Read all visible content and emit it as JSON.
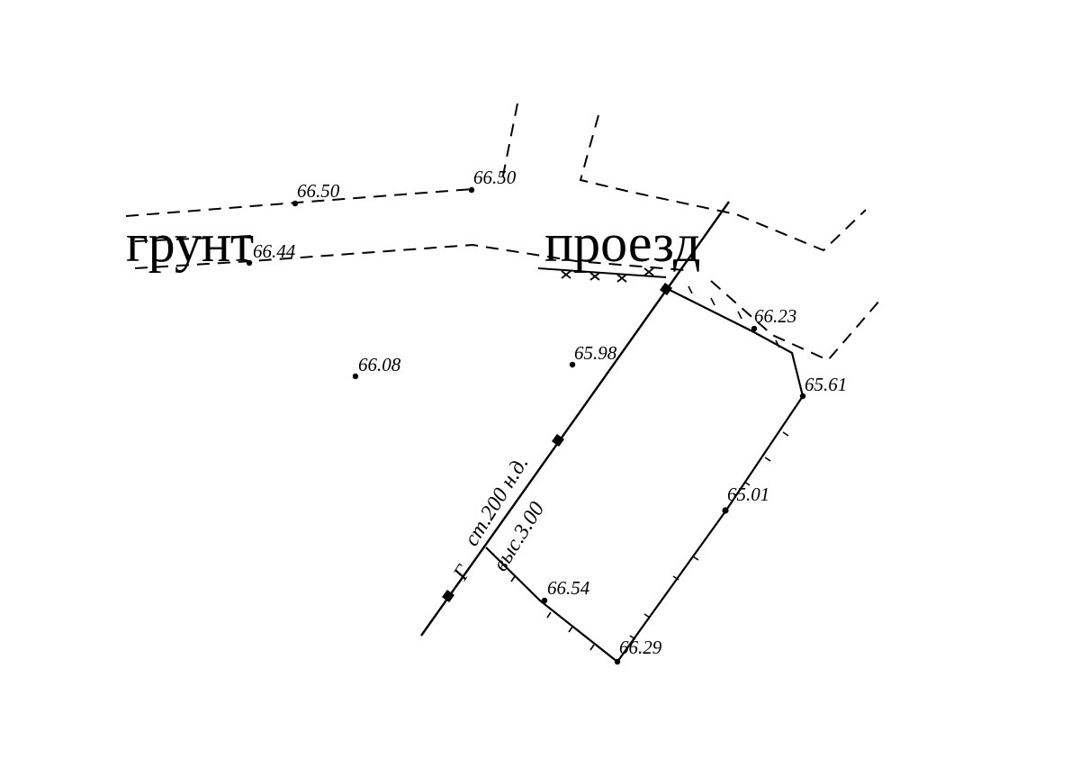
{
  "labels": {
    "ground": "грунт",
    "driveway": "проезд",
    "fence_type": "ст.200 н.д.",
    "fence_height": "выс.3.00",
    "gate_symbol": "Г"
  },
  "elevations": {
    "p1": "66.50",
    "p2": "66.50",
    "p3": "66.44",
    "p4": "66.08",
    "p5": "65.98",
    "p6": "66.23",
    "p7": "65.61",
    "p8": "65.01",
    "p9": "66.54",
    "p10": "66.29"
  },
  "colors": {
    "ink": "#000000",
    "paper": "#ffffff"
  }
}
